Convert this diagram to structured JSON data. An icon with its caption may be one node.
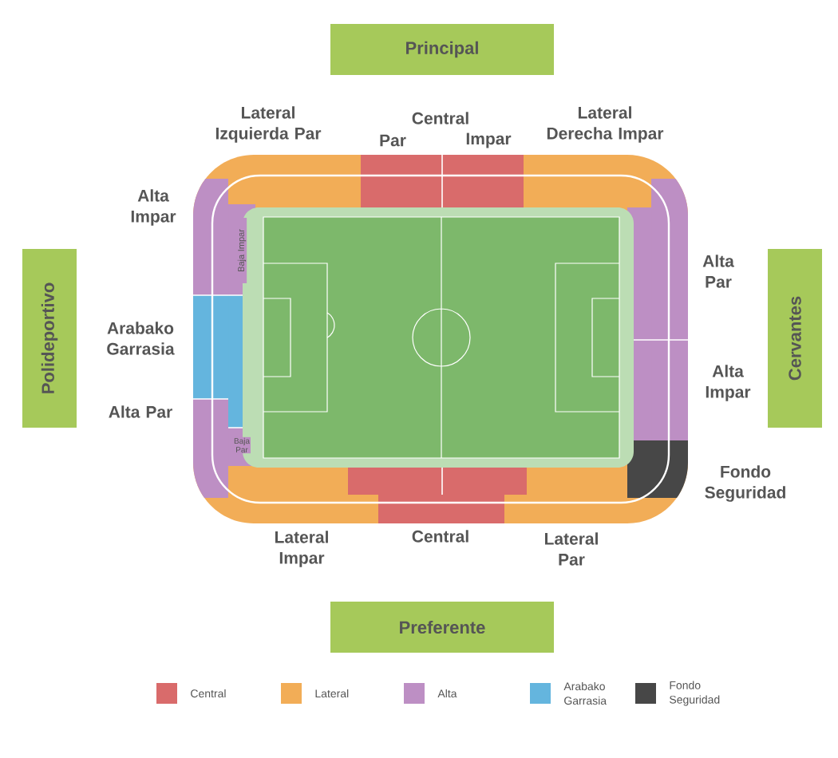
{
  "diagram": {
    "nodes": [
      {
        "text": [
          "Principal"
        ]
      },
      {
        "text": [
          "Polideportivo"
        ]
      },
      {
        "text": [
          "Baja Impar"
        ]
      },
      {
        "text": [
          "Cervantes"
        ]
      },
      {
        "text": [
          "Baja Par"
        ]
      },
      {
        "text": [
          "Preferente"
        ]
      }
    ],
    "labels": [
      "Lateral Izquierda Par",
      "Central",
      "Par",
      "Impar",
      "Lateral Derecha Impar",
      "Alta Impar",
      "Alta Par",
      "Arabako Garrasia",
      "Alta Impar",
      "Alta Par",
      "Fondo Seguridad",
      "Lateral Impar",
      "Central",
      "Lateral Par"
    ],
    "legend": [
      {
        "text": "Central",
        "color": "#d96b6b"
      },
      {
        "text": "Lateral",
        "color": "#f2ad57"
      },
      {
        "text": "Alta",
        "color": "#bd8fc4"
      },
      {
        "text": "Arabako Garrasia",
        "color": "#64b5de"
      },
      {
        "text": "Fondo Seguridad",
        "color": "#474747"
      }
    ]
  }
}
